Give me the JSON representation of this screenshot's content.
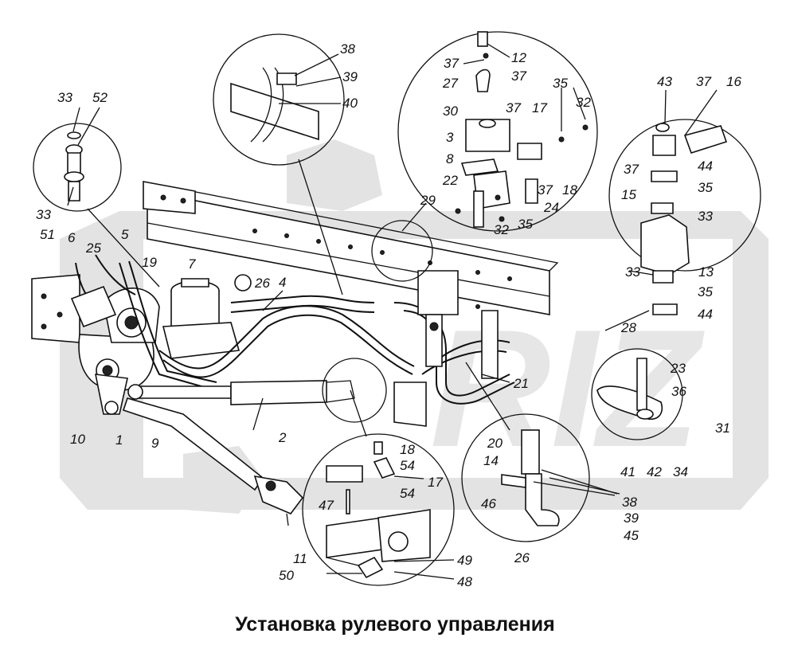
{
  "title": "Установка рулевого управления",
  "watermark": "RIZ",
  "callouts": [
    "1",
    "2",
    "3",
    "4",
    "5",
    "6",
    "7",
    "8",
    "9",
    "10",
    "11",
    "12",
    "13",
    "14",
    "15",
    "16",
    "17",
    "18",
    "19",
    "20",
    "21",
    "22",
    "23",
    "24",
    "25",
    "26",
    "27",
    "28",
    "29",
    "30",
    "31",
    "32",
    "33",
    "34",
    "35",
    "36",
    "37",
    "38",
    "39",
    "40",
    "41",
    "42",
    "43",
    "44",
    "45",
    "46",
    "47",
    "48",
    "49",
    "50",
    "51",
    "52",
    "54"
  ],
  "labels": {
    "l1": "1",
    "l2": "2",
    "l3": "3",
    "l4": "4",
    "l5": "5",
    "l6": "6",
    "l7": "7",
    "l8": "8",
    "l9": "9",
    "l10": "10",
    "l11": "11",
    "l12": "12",
    "l13": "13",
    "l14": "14",
    "l15": "15",
    "l16": "16",
    "l17a": "17",
    "l17b": "17",
    "l18a": "18",
    "l18b": "18",
    "l19": "19",
    "l20": "20",
    "l21": "21",
    "l22": "22",
    "l23": "23",
    "l24": "24",
    "l25": "25",
    "l26a": "26",
    "l26b": "26",
    "l27": "27",
    "l28": "28",
    "l29": "29",
    "l30": "30",
    "l31": "31",
    "l32a": "32",
    "l32b": "32",
    "l33a": "33",
    "l33b": "33",
    "l33c": "33",
    "l33d": "33",
    "l34": "34",
    "l35a": "35",
    "l35b": "35",
    "l35c": "35",
    "l35d": "35",
    "l36": "36",
    "l37a": "37",
    "l37b": "37",
    "l37c": "37",
    "l37d": "37",
    "l37e": "37",
    "l37f": "37",
    "l38a": "38",
    "l38b": "38",
    "l39a": "39",
    "l39b": "39",
    "l40": "40",
    "l41": "41",
    "l42": "42",
    "l43": "43",
    "l44a": "44",
    "l44b": "44",
    "l45": "45",
    "l46": "46",
    "l47": "47",
    "l48": "48",
    "l49": "49",
    "l50": "50",
    "l51": "51",
    "l52": "52",
    "l54a": "54",
    "l54b": "54"
  }
}
